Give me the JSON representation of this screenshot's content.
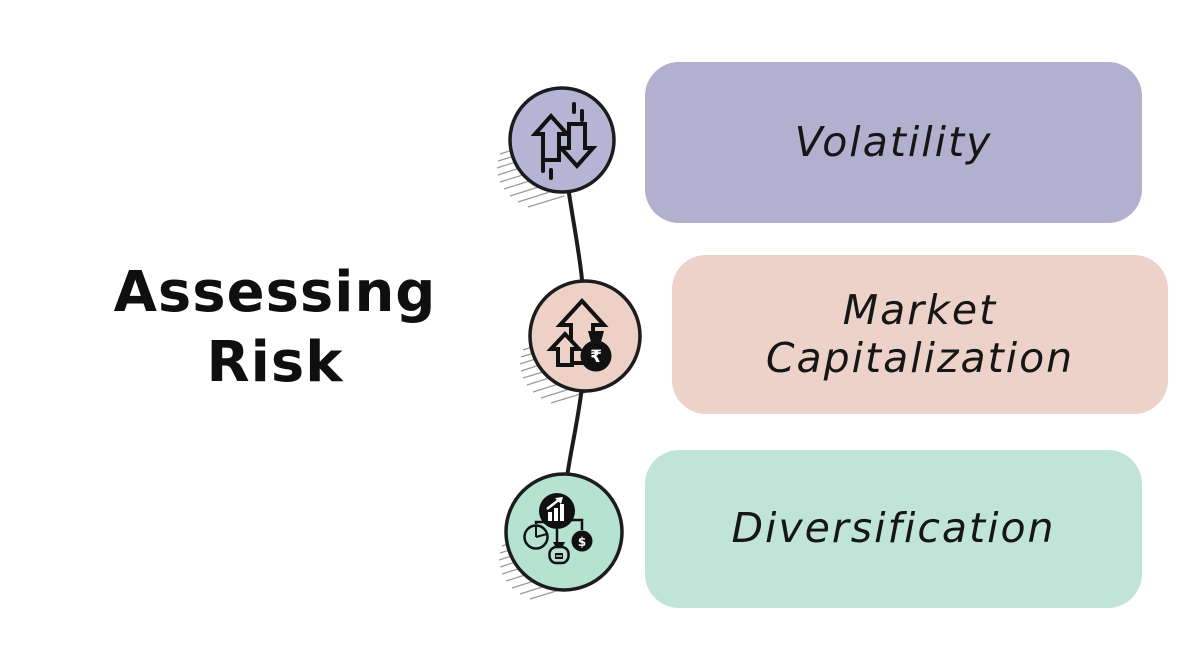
{
  "title": {
    "text": "Assessing Risk",
    "line1": "Assessing",
    "line2": "Risk"
  },
  "items": [
    {
      "label": "Volatility",
      "box_color": "#b2b0ce",
      "circle_color": "#b6b4d5",
      "icon": "volatility-up-down-arrows-icon"
    },
    {
      "label": "Market Capitalization",
      "box_color": "#ecd2c8",
      "circle_color": "#eed1c6",
      "icon": "money-bag-growth-icon",
      "icon_currency": "₹"
    },
    {
      "label": "Diversification",
      "box_color": "#c0e5d8",
      "circle_color": "#b5e2d1",
      "icon": "portfolio-diversification-icon",
      "icon_currency": "$"
    }
  ],
  "colors": {
    "background": "#ffffff",
    "line": "#1c1c1c",
    "text": "#161616",
    "hatch": "#9a9a9a"
  }
}
